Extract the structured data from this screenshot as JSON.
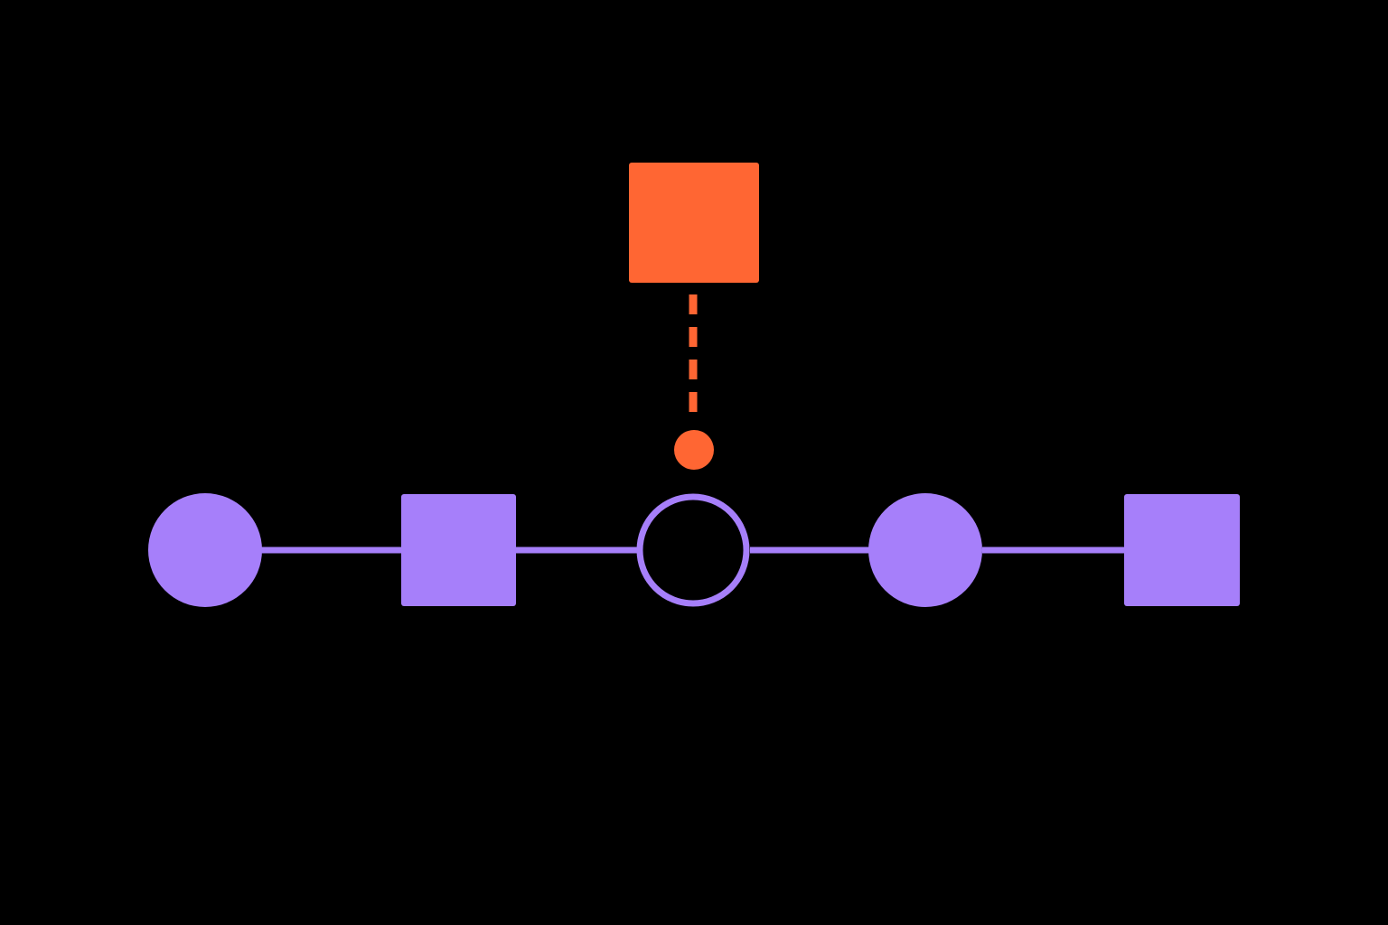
{
  "colors": {
    "background": "#000000",
    "primary": "#a67ffa",
    "accent": "#ff6633"
  },
  "diagram": {
    "main_chain": [
      {
        "id": "node-1",
        "shape": "circle",
        "style": "filled"
      },
      {
        "id": "node-2",
        "shape": "square",
        "style": "filled"
      },
      {
        "id": "node-3",
        "shape": "circle",
        "style": "outline"
      },
      {
        "id": "node-4",
        "shape": "circle",
        "style": "filled"
      },
      {
        "id": "node-5",
        "shape": "square",
        "style": "filled"
      }
    ],
    "main_links": [
      {
        "from": "node-1",
        "to": "node-2",
        "style": "solid"
      },
      {
        "from": "node-2",
        "to": "node-3",
        "style": "solid"
      },
      {
        "from": "node-3",
        "to": "node-4",
        "style": "solid"
      },
      {
        "from": "node-4",
        "to": "node-5",
        "style": "solid"
      }
    ],
    "branch": {
      "attached_to": "node-3",
      "top_node": {
        "shape": "square",
        "style": "filled"
      },
      "joint": {
        "shape": "dot",
        "style": "filled"
      },
      "link_style": "dashed"
    }
  }
}
